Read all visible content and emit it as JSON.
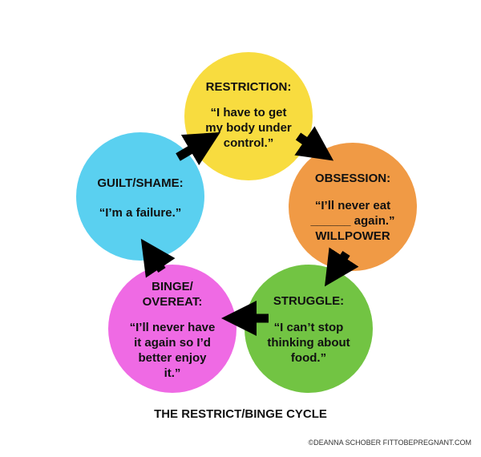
{
  "colors": {
    "restriction": "#f8dc3f",
    "obsession": "#f09a45",
    "struggle": "#72c443",
    "binge": "#ef6ae4",
    "guilt": "#5ad0f0",
    "arrow": "#000000"
  },
  "stages": [
    {
      "title": "RESTRICTION:",
      "lines": [
        "“I have to get",
        "my body under",
        "control.”"
      ]
    },
    {
      "title": "OBSESSION:",
      "lines": [
        "“I’ll never eat",
        "______ again.”",
        "WILLPOWER"
      ]
    },
    {
      "title": "STRUGGLE:",
      "lines": [
        "“I can’t stop",
        "thinking about",
        "food.”"
      ]
    },
    {
      "title": [
        "BINGE/",
        "OVEREAT:"
      ],
      "lines": [
        "“I’ll never have",
        "it again so I’d",
        "better enjoy",
        "it.”"
      ]
    },
    {
      "title": "GUILT/SHAME:",
      "lines": [
        "“I’m a failure.”"
      ]
    }
  ],
  "caption": "THE RESTRICT/BINGE CYCLE",
  "credit": "©DEANNA SCHOBER FITTOBEPREGNANT.COM"
}
